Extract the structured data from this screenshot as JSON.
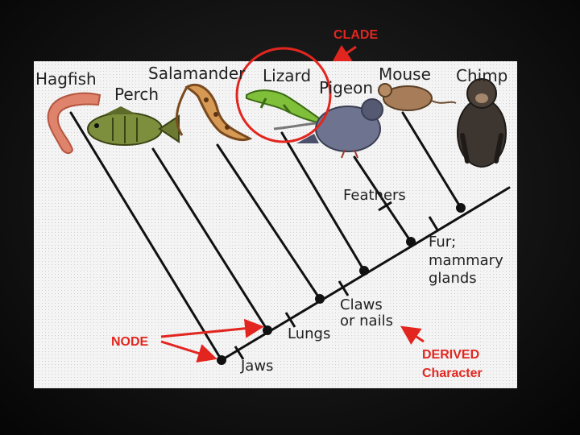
{
  "annotations": {
    "clade": "CLADE",
    "node": "NODE",
    "derived_line1": "DERIVED",
    "derived_line2": "Character"
  },
  "taxa": {
    "hagfish": "Hagfish",
    "perch": "Perch",
    "salamander": "Salamander",
    "lizard": "Lizard",
    "pigeon": "Pigeon",
    "mouse": "Mouse",
    "chimp": "Chimp"
  },
  "characters": {
    "jaws": "Jaws",
    "lungs": "Lungs",
    "claws_line1": "Claws",
    "claws_line2": "or nails",
    "feathers": "Feathers",
    "fur_line1": "Fur;",
    "fur_line2": "mammary",
    "fur_line3": "glands"
  },
  "colors": {
    "accent_red": "#e2261f",
    "diagram_bg": "#f2f2f2",
    "branch": "#111111"
  }
}
